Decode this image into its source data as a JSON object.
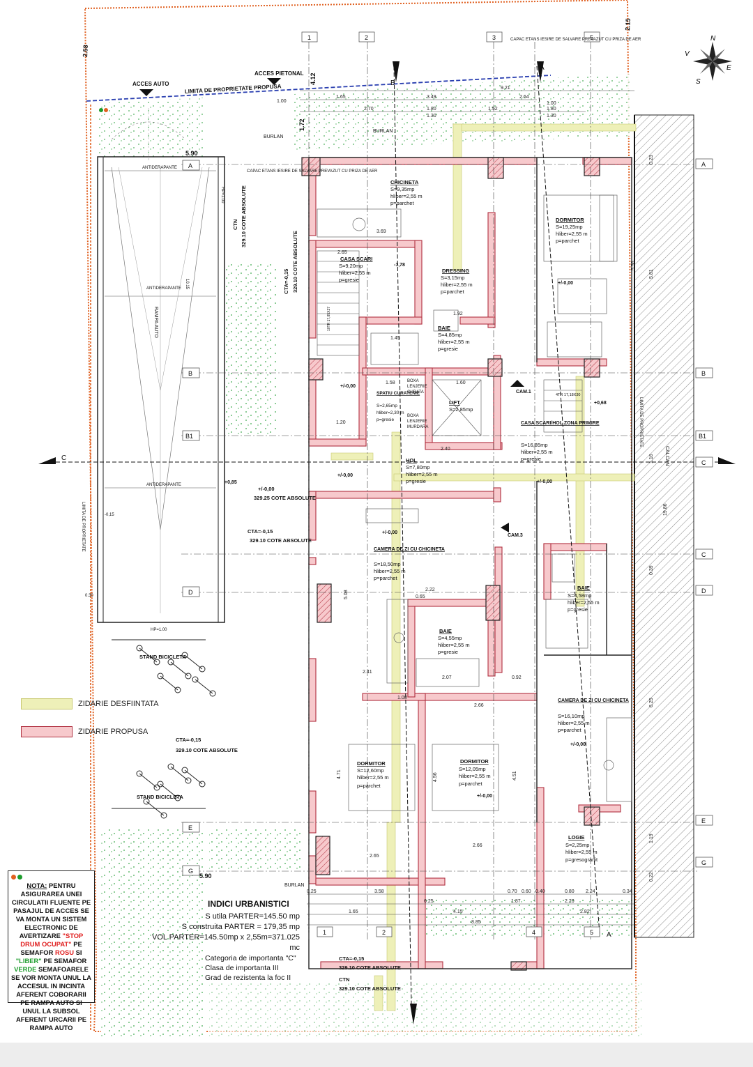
{
  "compass": {
    "n": "N",
    "e": "E",
    "s": "S",
    "v": "V"
  },
  "property": {
    "limit_top": "LIMITA DE PROPRIETATE PROPUSA",
    "limit_left": "LIMITA DE PROPRIETATE",
    "limit_right": "LIMITA DE PROPRIETATE",
    "calcan": "CALCAN",
    "dim_left": "2.58",
    "dim_right": "2.15",
    "dim_412": "4.12",
    "dim_172": "1.72"
  },
  "access": {
    "auto": "ACCES AUTO",
    "pietonal": "ACCES PIETONAL"
  },
  "capac_top": "CAPAC ETANS IESIRE DE SALVARE PREVAZUT CU PRIZA DE AER",
  "capac_left": "CAPAC ETANS IESIRE DE SALVARE PREVAZUT CU PRIZA DE AER",
  "burlan": "BURLAN",
  "axes": {
    "cols": [
      "1",
      "2",
      "3",
      "4",
      "5"
    ],
    "rows": [
      "A",
      "B",
      "B1",
      "C",
      "D",
      "E",
      "G"
    ],
    "section_a": "A",
    "section_b": "B",
    "section_c": "C"
  },
  "ramp": {
    "label": "RAMPA AUTO",
    "antiderapante": "ANTIDERAPANTE",
    "width": "5.90",
    "hp_top": "HP=1.00",
    "hp_bottom": "HP=1.00",
    "dim_030": "0.30",
    "dim_1015": "10.15",
    "level_015": "-0,15",
    "level_085": "+0,85"
  },
  "ctn_top": {
    "label": "CTN",
    "value": "329.10 COTE ABSOLUTE"
  },
  "cta_top": {
    "label": "CTA=-0,15",
    "value": "329.10 COTE ABSOLUTE"
  },
  "cta_mid": {
    "label": "CTA=-0,15",
    "value": "329.10 COTE ABSOLUTE"
  },
  "cote_mid": {
    "label": "+/-0,00",
    "value": "329.25 COTE ABSOLUTE"
  },
  "cta_bike": {
    "label": "CTA=-0,15",
    "value": "329.10 COTE ABSOLUTE"
  },
  "cta_bottom": {
    "label": "CTA=-0,15",
    "value": "329.10 COTE ABSOLUTE"
  },
  "ctn_bottom": {
    "label": "CTN",
    "value": "329.10 COTE ABSOLUTE"
  },
  "bikes": {
    "stand1": "STAND BICICLETA",
    "stand2": "STAND BICICLETA"
  },
  "rooms": [
    {
      "name": "CHICINETA",
      "area": "S=9,35mp",
      "height": "hliber=2,55 m",
      "floor": "p=parchet"
    },
    {
      "name": "DORMITOR",
      "area": "S=19,25mp",
      "height": "hliber=2,55 m",
      "floor": "p=parchet"
    },
    {
      "name": "CASA SCARI",
      "area": "S=9,20mp",
      "height": "hliber=2,55 m",
      "floor": "p=gresie"
    },
    {
      "name": "DRESSING",
      "area": "S=3,15mp",
      "height": "hliber=2,55 m",
      "floor": "p=parchet"
    },
    {
      "name": "BAIE",
      "area": "S=4,85mp",
      "height": "hliber=2,55 m",
      "floor": "p=gresie"
    },
    {
      "name": "SPATIU CURATENIE",
      "area": "S=2,65mp",
      "height": "hliber=2,30 m",
      "floor": "p=gresie"
    },
    {
      "name": "LIFT",
      "area": "S=2,85mp",
      "height": "",
      "floor": ""
    },
    {
      "name": "CASA SCARI/HOL ZONA PRIMIRE",
      "area": "S=16,85mp",
      "height": "hliber=2,55 m",
      "floor": "p=gresie"
    },
    {
      "name": "HOL",
      "area": "S=7,80mp",
      "height": "hliber=2,55 m",
      "floor": "p=gresie"
    },
    {
      "name": "CAMERA DE ZI CU CHICINETA",
      "area": "S=18,50mp",
      "height": "hliber=2,55 m",
      "floor": "p=parchet"
    },
    {
      "name": "BAIE",
      "area": "S=4,58mp",
      "height": "hliber=2,55 m",
      "floor": "p=gresie"
    },
    {
      "name": "BAIE",
      "area": "S=4,55mp",
      "height": "hliber=2,55 m",
      "floor": "p=gresie"
    },
    {
      "name": "CAMERA DE ZI CU CHICINETA",
      "area": "S=16,10mp",
      "height": "hliber=2,55 m",
      "floor": "p=parchet"
    },
    {
      "name": "DORMITOR",
      "area": "S=12,60mp",
      "height": "hliber=2,55 m",
      "floor": "p=parchet"
    },
    {
      "name": "DORMITOR",
      "area": "S=12,05mp",
      "height": "hliber=2,55 m",
      "floor": "p=parchet"
    },
    {
      "name": "LOGIE",
      "area": "S=2,25mp",
      "height": "hliber=2,55 m",
      "floor": "p=gresogranit"
    }
  ],
  "boxa": {
    "line1": "BOXA",
    "line2": "LENJERIE",
    "line3": "CURATA",
    "line4": "MURDARA"
  },
  "levels": {
    "zero": "+/-0,00",
    "minus178": "-1,78",
    "plus068": "+0,68"
  },
  "cams": {
    "cam1": "CAM.1",
    "cam3": "CAM.3"
  },
  "stairs": {
    "top": "10TR 17,85X27",
    "right": "4TR 17,18X30"
  },
  "dims": {
    "top_row1": [
      "1.65",
      "3.49",
      "9.21"
    ],
    "top_row2": [
      "2.70",
      "1.80",
      "1.52",
      "1.80"
    ],
    "top_row3": [
      "1.00",
      "1.30",
      "2.64",
      "1.00",
      "1.30"
    ],
    "bottom_row1": [
      "0.25",
      "3.58",
      "0.70",
      "0.60",
      "0.40",
      "0.80",
      "2.24",
      "0.34"
    ],
    "bottom_row2": [
      "6.25",
      "1.87",
      "2.20",
      "2.82"
    ],
    "bottom_row3": [
      "1.65",
      "4.15"
    ],
    "bottom_row4": [
      "8.85"
    ],
    "right_col": [
      "0.23",
      "5.81",
      "5.56",
      "1.16",
      "0.39",
      "6.25",
      "1.19",
      "0.22",
      "19.86"
    ],
    "interior": [
      "3.69",
      "2.65",
      "1.45",
      "1.58",
      "1.60",
      "2.40",
      "1.20",
      "2.22",
      "0.65",
      "2.41",
      "2.07",
      "0.92",
      "2.66",
      "2.65",
      "2.66",
      "1.08",
      "1.92",
      "4.71",
      "4.56",
      "4.51",
      "5.08"
    ]
  },
  "legend": {
    "demolished": "ZIDARIE DESFIINTATA",
    "proposed": "ZIDARIE PROPUSA",
    "demolished_color": "#eef0b8",
    "proposed_color": "#f7c9cc"
  },
  "note": {
    "label": "NOTA:",
    "p1": "PENTRU ASIGURAREA UNEI CIRCULATII FLUENTE PE PASAJUL DE ACCES SE VA MONTA UN SISTEM ELECTRONIC DE AVERTIZARE",
    "q1": "\"STOP DRUM OCUPAT\"",
    "p2": "PE SEMAFOR",
    "red": "ROSU",
    "p3": "SI",
    "q2": "\"LIBER\"",
    "p4": "PE SEMAFOR",
    "green": "VERDE",
    "p5": "SEMAFOARELE SE VOR MONTA UNUL LA ACCESUL IN INCINTA AFERENT COBORARII PE RAMPA AUTO SI UNUL LA SUBSOL AFERENT URCARII PE RAMPA AUTO"
  },
  "indici": {
    "title": "INDICI URBANISTICI",
    "su": "S utila PARTER=145.50 mp",
    "sc": "S construita PARTER = 179,35 mp",
    "vol": "VOL PARTER=145.50mp x 2,55m=371.025 mc",
    "cat": "Categoria de importanta \"C\"",
    "clasa": "Clasa de importanta III",
    "grad": "Grad de rezistenta la foc II"
  },
  "colors": {
    "wall_new": "#f7c9cc",
    "wall_new_stroke": "#b03040",
    "wall_old": "#eef0b8",
    "grass": "#3aa84a",
    "boundary": "#e06020",
    "limit_line": "#2a3fb0"
  }
}
